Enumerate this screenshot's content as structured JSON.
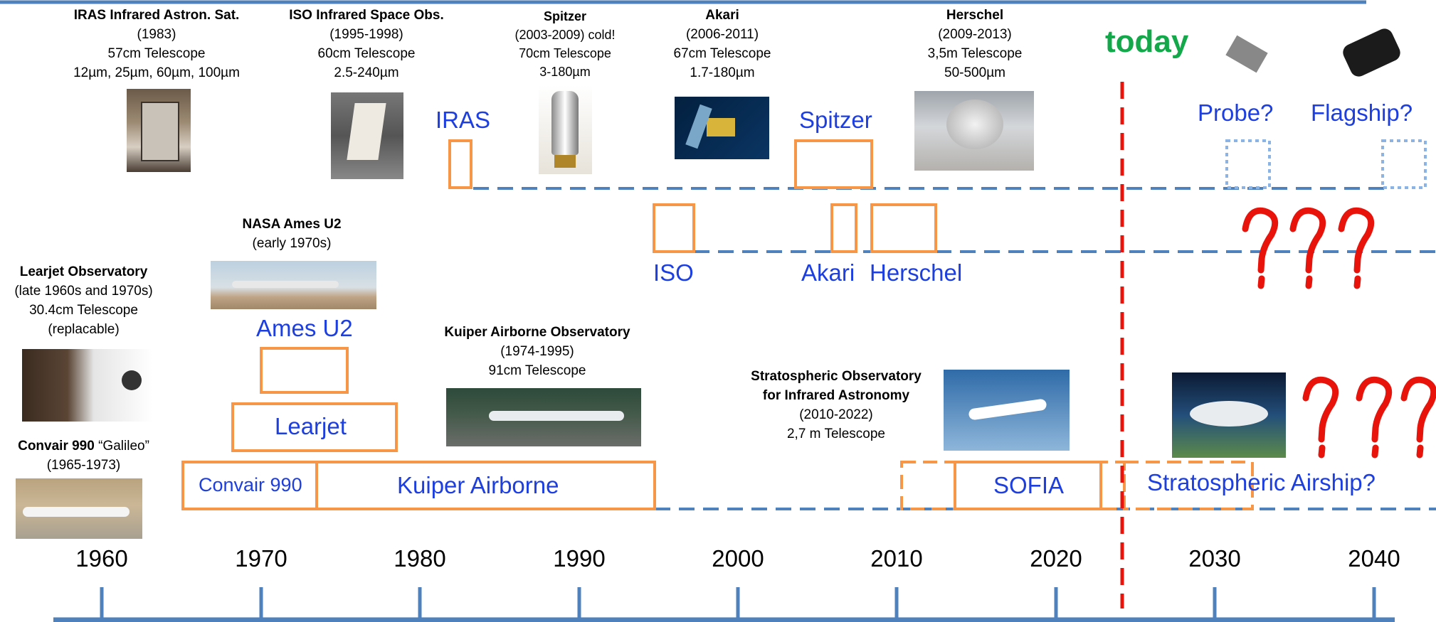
{
  "observatories": [
    {
      "id": "iras",
      "name": "IRAS Infrared Astron. Sat.",
      "years": "(1983)",
      "lines": [
        "57cm Telescope",
        "12µm, 25µm, 60µm, 100µm"
      ]
    },
    {
      "id": "iso",
      "name": "ISO Infrared Space Obs.",
      "years": "(1995-1998)",
      "lines": [
        "60cm Telescope",
        "2.5-240µm"
      ]
    },
    {
      "id": "spitzer",
      "name": "Spitzer",
      "years": "(2003-2009) cold!",
      "lines": [
        "70cm Telescope",
        "3-180µm"
      ]
    },
    {
      "id": "akari",
      "name": "Akari",
      "years": "(2006-2011)",
      "lines": [
        "67cm Telescope",
        "1.7-180µm"
      ]
    },
    {
      "id": "herschel",
      "name": "Herschel",
      "years": "(2009-2013)",
      "lines": [
        "3,5m Telescope",
        "50-500µm"
      ]
    },
    {
      "id": "u2",
      "name": "NASA Ames U2",
      "years": "(early 1970s)",
      "lines": []
    },
    {
      "id": "learjet",
      "name": "Learjet Observatory",
      "years": "(late 1960s and 1970s)",
      "lines": [
        "30.4cm Telescope",
        "(replacable)"
      ]
    },
    {
      "id": "convair",
      "name": "Convair 990",
      "name_suffix": " “Galileo”",
      "years": "(1965-1973)",
      "lines": []
    },
    {
      "id": "kuiper",
      "name": "Kuiper Airborne Observatory",
      "years": "(1974-1995)",
      "lines": [
        "91cm Telescope"
      ]
    },
    {
      "id": "sofia",
      "name": "Stratospheric Observatory",
      "name2": "for Infrared Astronomy",
      "years": "(2010-2022)",
      "lines": [
        "2,7 m Telescope"
      ]
    }
  ],
  "timeline_labels": {
    "iras": "IRAS",
    "spitzer": "Spitzer",
    "iso": "ISO",
    "akari": "Akari",
    "herschel": "Herschel",
    "ames_u2": "Ames U2",
    "learjet": "Learjet",
    "convair": "Convair 990",
    "kuiper": "Kuiper Airborne",
    "sofia": "SOFIA",
    "airship": "Stratospheric Airship?",
    "probe": "Probe?",
    "flagship": "Flagship?"
  },
  "today_label": "today",
  "axis_years": [
    "1960",
    "1970",
    "1980",
    "1990",
    "2000",
    "2010",
    "2020",
    "2030",
    "2040"
  ],
  "colors": {
    "axis_blue": "#4f81bd",
    "bar_orange": "#f79646",
    "label_blue": "#1d3fe0",
    "today_red": "#e8140c",
    "today_green": "#13a84a",
    "question_red": "#e8140c",
    "future_box_blue": "#8db3e2"
  },
  "icons": [
    "question-mark-icon"
  ]
}
